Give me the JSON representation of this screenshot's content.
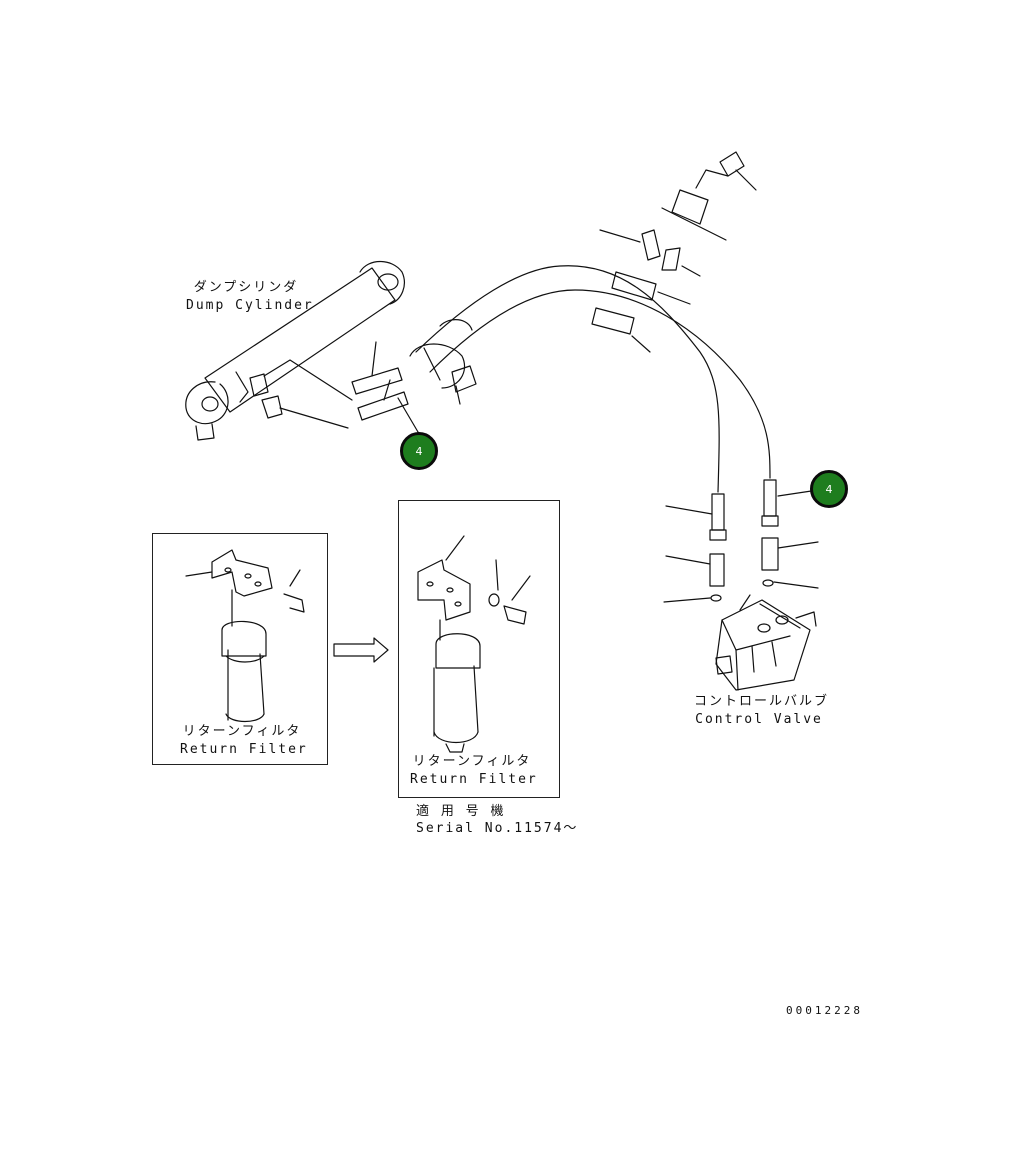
{
  "labels": {
    "dump_cylinder_jp": "ダンプシリンダ",
    "dump_cylinder_en": "Dump Cylinder",
    "control_valve_jp": "コントロールバルブ",
    "control_valve_en": "Control Valve",
    "filter_old_jp": "リターンフィルタ",
    "filter_old_en": "Return Filter",
    "filter_new_jp": "リターンフィルタ",
    "filter_new_en": "Return Filter",
    "serial_jp": "適 用 号 機",
    "serial_en": "Serial No.11574～"
  },
  "callouts": {
    "left": "4",
    "right": "4"
  },
  "drawing_code": "00012228",
  "colors": {
    "callout_fill": "#1e7d1e",
    "line": "#111111"
  }
}
